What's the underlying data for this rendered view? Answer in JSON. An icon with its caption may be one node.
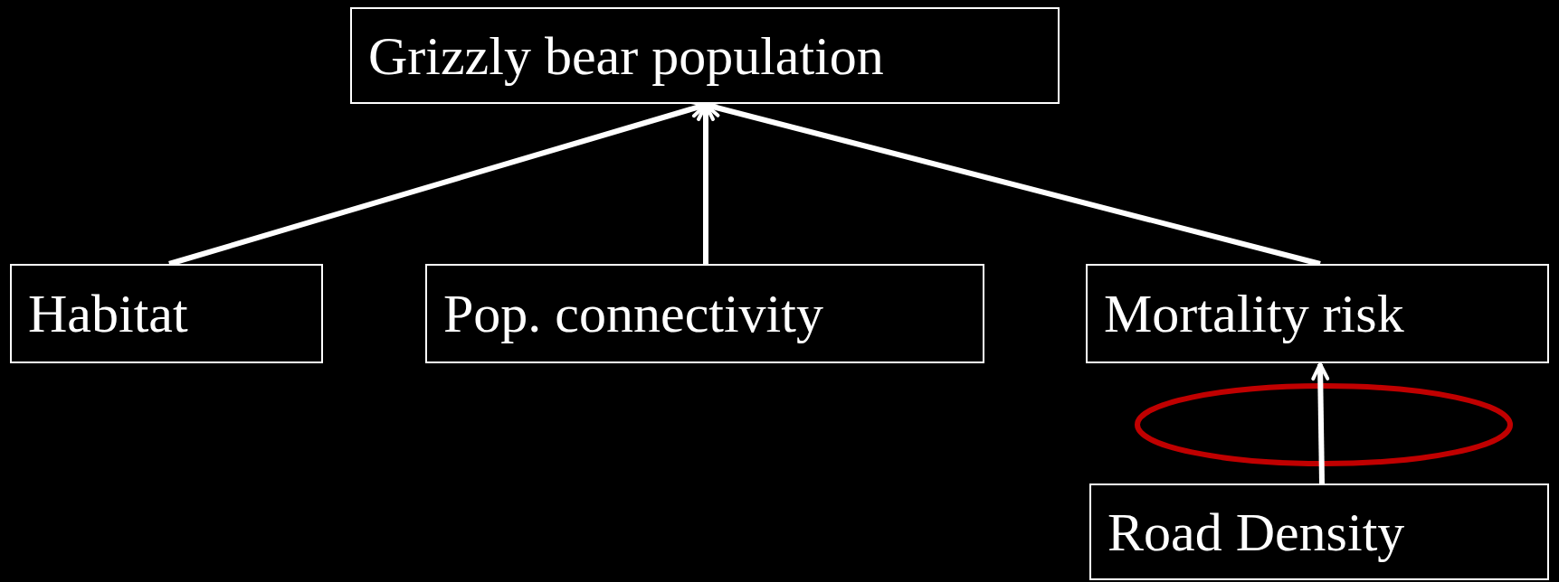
{
  "diagram": {
    "nodes": [
      {
        "text": [
          "Grizzly bear population"
        ]
      },
      {
        "text": [
          "Habitat"
        ]
      },
      {
        "text": [
          "Pop. connectivity"
        ]
      },
      {
        "text": [
          "Mortality risk"
        ]
      },
      {
        "text": [
          "Road Density"
        ]
      }
    ],
    "edges": [
      {
        "from": 1,
        "to": 0,
        "arrow": "to"
      },
      {
        "from": 2,
        "to": 0,
        "arrow": "to"
      },
      {
        "from": 3,
        "to": 0,
        "arrow": "to"
      },
      {
        "from": 4,
        "to": 3,
        "arrow": "to"
      }
    ]
  }
}
